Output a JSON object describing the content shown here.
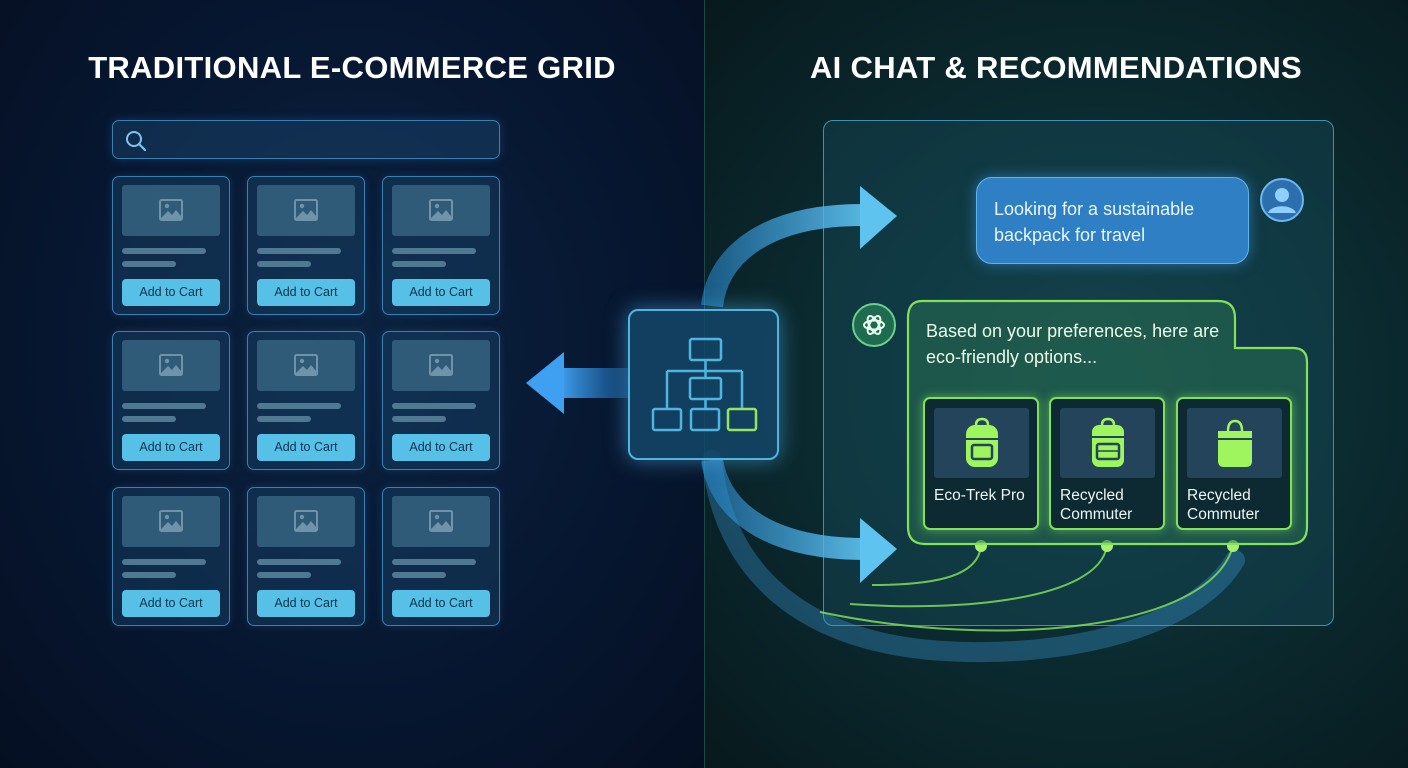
{
  "left": {
    "title": "TRADITIONAL E-COMMERCE GRID",
    "search": {
      "icon": "search-icon"
    },
    "product_grid": {
      "cards": [
        {
          "button_label": "Add to Cart"
        },
        {
          "button_label": "Add to Cart"
        },
        {
          "button_label": "Add to Cart"
        },
        {
          "button_label": "Add to Cart"
        },
        {
          "button_label": "Add to Cart"
        },
        {
          "button_label": "Add to Cart"
        },
        {
          "button_label": "Add to Cart"
        },
        {
          "button_label": "Add to Cart"
        },
        {
          "button_label": "Add to Cart"
        }
      ]
    }
  },
  "hub": {
    "icon": "hierarchy-icon"
  },
  "right": {
    "title": "AI CHAT & RECOMMENDATIONS",
    "user_message": "Looking for a sustainable backpack for travel",
    "bot_message": "Based on your preferences, here are eco-friendly options...",
    "recommendations": [
      {
        "name": "Eco-Trek Pro",
        "icon": "backpack-icon"
      },
      {
        "name": "Recycled Commuter",
        "icon": "backpack-icon"
      },
      {
        "name": "Recycled Commuter",
        "icon": "tote-bag-icon"
      }
    ]
  },
  "colors": {
    "left_accent": "#56c0e6",
    "right_accent": "#84e05a",
    "user_bubble": "#2f7fc4",
    "left_background": "#071731",
    "right_background": "#0b2b30"
  }
}
